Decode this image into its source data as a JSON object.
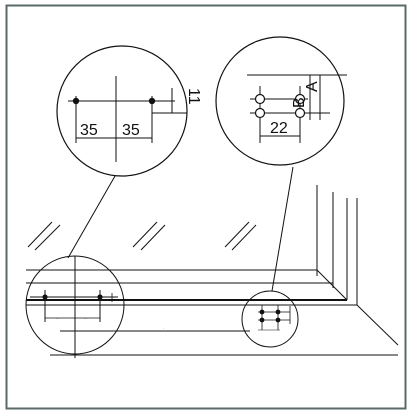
{
  "colors": {
    "frame": "#5a6a6a",
    "line": "#111111",
    "background": "#ffffff"
  },
  "detail_left": {
    "dim_a": "35",
    "dim_b": "35",
    "dim_v": "11"
  },
  "detail_right": {
    "dim_h": "22",
    "label_b": "B",
    "label_a": "A"
  }
}
